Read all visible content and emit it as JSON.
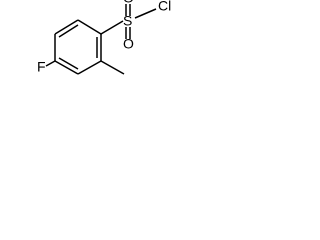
{
  "molecule": {
    "atoms": {
      "fluorine": "F",
      "sulfur": "S",
      "oxygen_top": "O",
      "oxygen_bottom": "O",
      "chlorine": "Cl"
    },
    "colors": {
      "bond": "#000000",
      "label": "#000000",
      "background": "#ffffff"
    }
  }
}
